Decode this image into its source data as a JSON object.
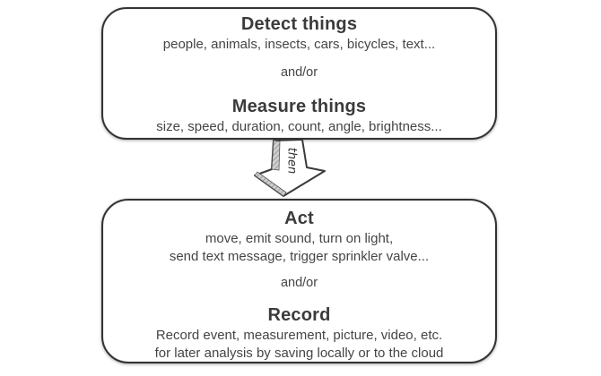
{
  "colors": {
    "background": "#ffffff",
    "box_border": "#333333",
    "heading_text": "#3b3b3b",
    "body_text": "#454545",
    "arrow_outline": "#3a3a3a",
    "arrow_hatch": "#8f8f8f"
  },
  "top_box": {
    "detect": {
      "title": "Detect things",
      "items": "people, animals, insects, cars, bicycles, text..."
    },
    "connector": "and/or",
    "measure": {
      "title": "Measure things",
      "items": "size, speed, duration, count, angle, brightness..."
    }
  },
  "arrow": {
    "label": "then"
  },
  "bottom_box": {
    "act": {
      "title": "Act",
      "line1": "move, emit sound, turn on light,",
      "line2": "send text message, trigger sprinkler valve..."
    },
    "connector": "and/or",
    "record": {
      "title": "Record",
      "line1": "Record event, measurement, picture, video, etc.",
      "line2": "for later analysis by saving locally or to the cloud"
    }
  }
}
